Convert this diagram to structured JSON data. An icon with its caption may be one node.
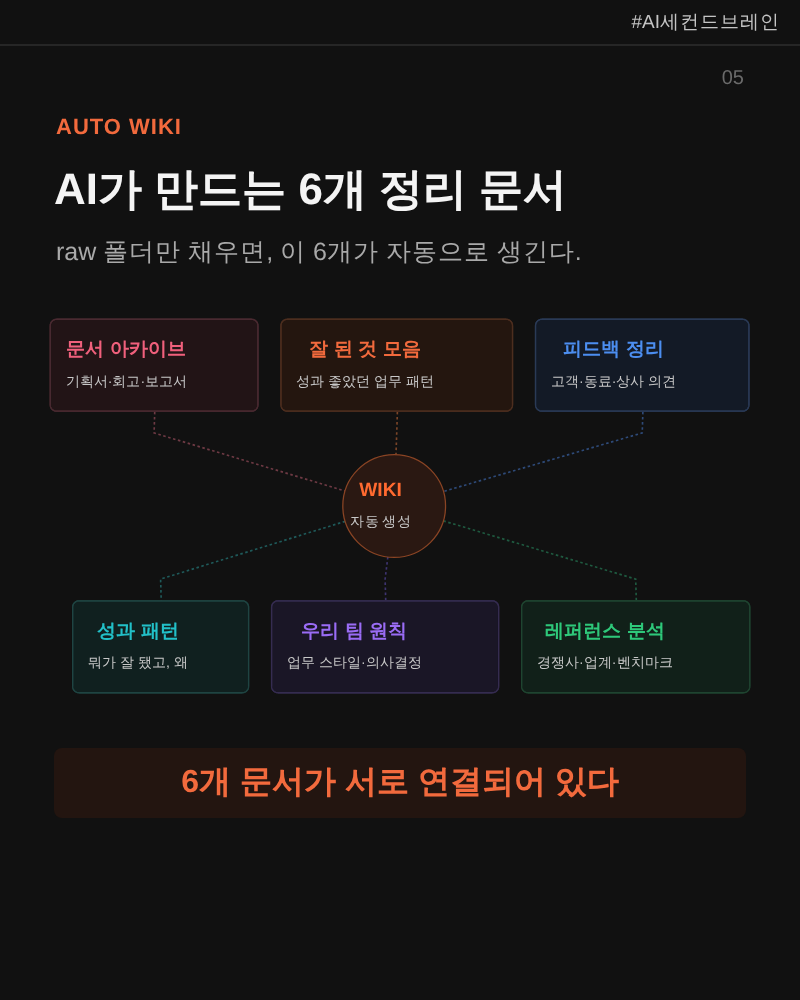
{
  "diagram": {
    "title": "AI가 만드는 6개 정리 문서",
    "caption": "6개 문서가 서로 연결되어 있다",
    "nodes": [
      {
        "text": [
          "잘 된 것 모음",
          "성과 좋았던 업무 패턴"
        ]
      },
      {
        "text": [
          "문서 아카이브",
          "기획서·회고·보고서"
        ]
      },
      {
        "text": [
          "피드백 정리",
          "고객·동료·상사 의견"
        ]
      },
      {
        "text": [
          "WIKI",
          "자동 생성"
        ]
      },
      {
        "text": [
          "성과 패턴",
          "뭐가 잘 됐고, 왜"
        ]
      },
      {
        "text": [
          "레퍼런스 분석",
          "경쟁사·업계·벤치마크"
        ]
      },
      {
        "text": [
          "우리 팀 원칙",
          "업무 스타일·의사결정"
        ]
      }
    ],
    "edges": [
      {
        "from": 1,
        "to": 3,
        "arrow": "none",
        "style": "dashed",
        "color": "#6e3a44"
      },
      {
        "from": 0,
        "to": 3,
        "arrow": "none",
        "style": "dashed",
        "color": "#7a4528"
      },
      {
        "from": 2,
        "to": 3,
        "arrow": "none",
        "style": "dashed",
        "color": "#2e4a78"
      },
      {
        "from": 3,
        "to": 4,
        "arrow": "none",
        "style": "dashed",
        "color": "#1f5a5a"
      },
      {
        "from": 3,
        "to": 6,
        "arrow": "none",
        "style": "dashed",
        "color": "#3e3470"
      },
      {
        "from": 3,
        "to": 5,
        "arrow": "none",
        "style": "dashed",
        "color": "#1f5a40"
      }
    ],
    "labels": [
      "#AI세컨드브레인",
      "05",
      "AUTO WIKI",
      "raw 폴더만 채우면, 이 6개가 자동으로 생긴다."
    ]
  }
}
